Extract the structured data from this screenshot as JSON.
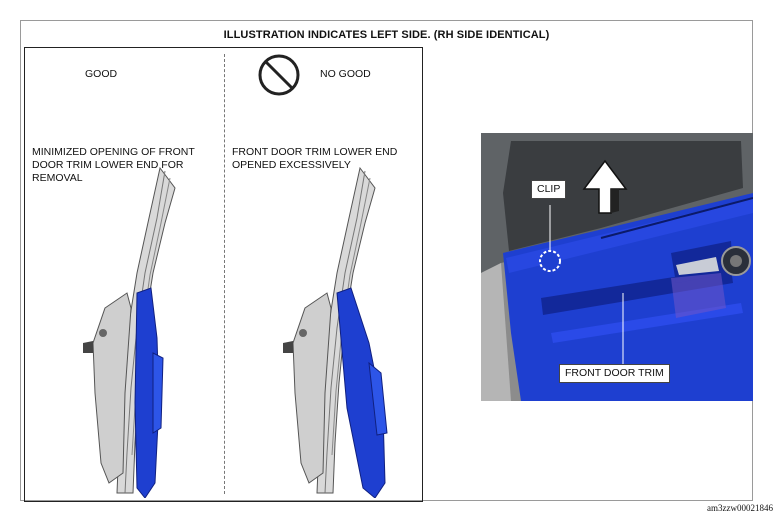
{
  "header": {
    "title": "ILLUSTRATION INDICATES LEFT SIDE. (RH SIDE IDENTICAL)"
  },
  "good_panel": {
    "label": "GOOD",
    "description": "MINIMIZED OPENING OF FRONT DOOR TRIM LOWER END FOR REMOVAL"
  },
  "nogood_panel": {
    "label": "NO GOOD",
    "description": "FRONT DOOR TRIM LOWER END OPENED EXCESSIVELY",
    "icon": "prohibited-icon"
  },
  "photo": {
    "clip_label": "CLIP",
    "trim_label": "FRONT DOOR TRIM",
    "arrow_icon": "up-arrow-icon"
  },
  "footer": {
    "doc_id": "am3zzw00021846"
  },
  "colors": {
    "trim_blue": "#1e3fd0",
    "frame_grey": "#c9c9c9"
  }
}
